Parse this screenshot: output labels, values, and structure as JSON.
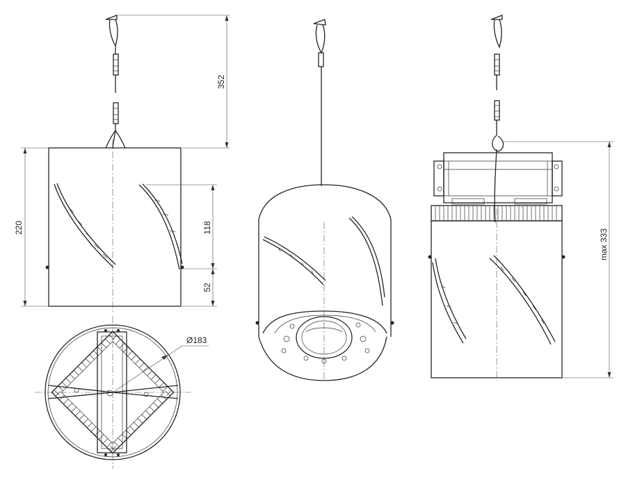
{
  "dimensions": {
    "cable_length": "352",
    "body_height": "220",
    "slot_height": "118",
    "slot_offset": "52",
    "diameter": "Ø183",
    "max_height": "max 333"
  }
}
